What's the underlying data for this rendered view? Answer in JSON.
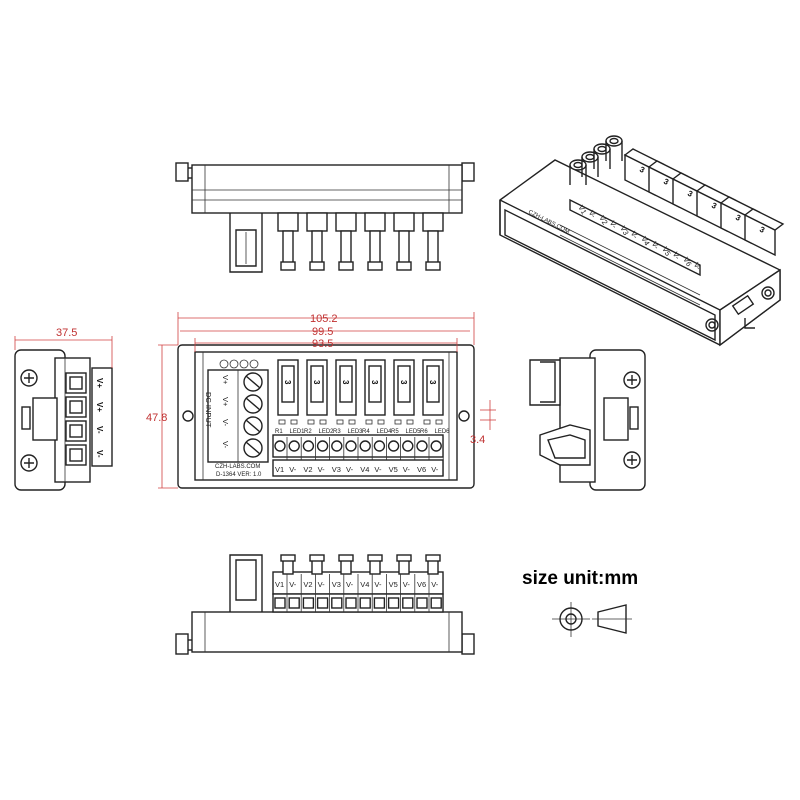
{
  "dimensions": {
    "width_total": "105.2",
    "width_mid": "99.5",
    "width_inner": "93.5",
    "height": "47.8",
    "side_depth": "37.5",
    "hole_offset": "3.4"
  },
  "pcb": {
    "header_label": "DC INPUT",
    "input_labels": [
      "V+",
      "V+",
      "V-",
      "V-"
    ],
    "fuse_label": "3",
    "relay_labels": [
      "R1",
      "LED1",
      "R2",
      "LED2",
      "R3",
      "LED3",
      "R4",
      "LED4",
      "R5",
      "LED5",
      "R6",
      "LED6"
    ],
    "brand": "CZH-LABS.COM",
    "model": "D-1364  VER: 1.0",
    "output_terminals": [
      "V1",
      "V-",
      "V2",
      "V-",
      "V3",
      "V-",
      "V4",
      "V-",
      "V5",
      "V-",
      "V6",
      "V-"
    ]
  },
  "side_view_labels": [
    "V+",
    "V+",
    "V-",
    "V-"
  ],
  "iso_view_labels": [
    "V1",
    "V-",
    "V2",
    "V-",
    "V3",
    "V-",
    "V4",
    "V-",
    "V5",
    "V-",
    "V6",
    "V-"
  ],
  "legend": {
    "unit_text": "size unit:mm"
  }
}
